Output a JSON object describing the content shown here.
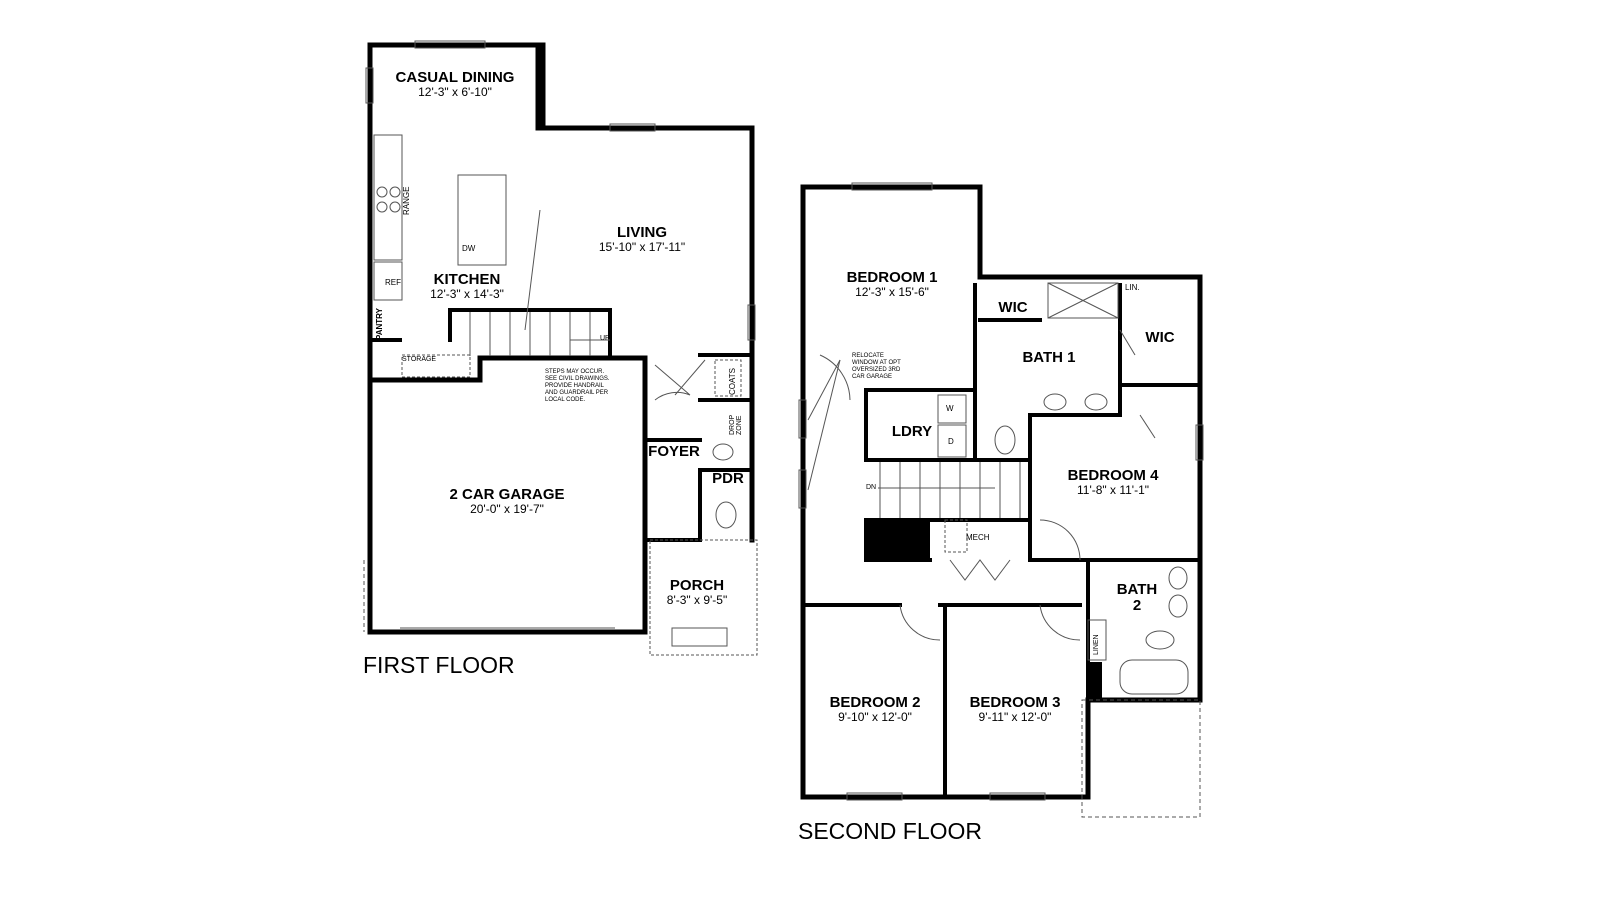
{
  "first_floor": {
    "title": "FIRST FLOOR",
    "rooms": [
      {
        "name": "CASUAL DINING",
        "dims": "12'-3\" x 6'-10\""
      },
      {
        "name": "LIVING",
        "dims": "15'-10\" x 17'-11\""
      },
      {
        "name": "KITCHEN",
        "dims": "12'-3\" x 14'-3\""
      },
      {
        "name": "2 CAR GARAGE",
        "dims": "20'-0\" x 19'-7\""
      },
      {
        "name": "FOYER",
        "dims": ""
      },
      {
        "name": "PDR",
        "dims": ""
      },
      {
        "name": "PORCH",
        "dims": "8'-3\" x 9'-5\""
      }
    ],
    "fixtures": {
      "range": "RANGE",
      "ref": "REF",
      "dw": "DW",
      "pantry": "PANTRY",
      "storage": "STORAGE",
      "coats": "COATS",
      "drop_zone": "DROP ZONE",
      "up": "UP"
    },
    "note": [
      "STEPS MAY OCCUR.",
      "SEE CIVIL DRAWINGS.",
      "PROVIDE HANDRAIL",
      "AND GUARDRAIL PER",
      "LOCAL CODE."
    ]
  },
  "second_floor": {
    "title": "SECOND FLOOR",
    "rooms": [
      {
        "name": "BEDROOM 1",
        "dims": "12'-3\" x 15'-6\""
      },
      {
        "name": "WIC",
        "dims": ""
      },
      {
        "name": "BATH 1",
        "dims": ""
      },
      {
        "name": "WIC",
        "dims": ""
      },
      {
        "name": "LDRY",
        "dims": ""
      },
      {
        "name": "BEDROOM 4",
        "dims": "11'-8\" x 11'-1\""
      },
      {
        "name": "BATH 2",
        "dims": ""
      },
      {
        "name": "BEDROOM 2",
        "dims": "9'-10\" x 12'-0\""
      },
      {
        "name": "BEDROOM 3",
        "dims": "9'-11\" x 12'-0\""
      }
    ],
    "fixtures": {
      "lin": "LIN.",
      "washer": "W",
      "dryer": "D",
      "mech": "MECH",
      "dn": "DN",
      "linen": "LINEN"
    },
    "note": [
      "RELOCATE",
      "WINDOW AT OPT",
      "OVERSIZED 3RD",
      "CAR GARAGE"
    ]
  }
}
